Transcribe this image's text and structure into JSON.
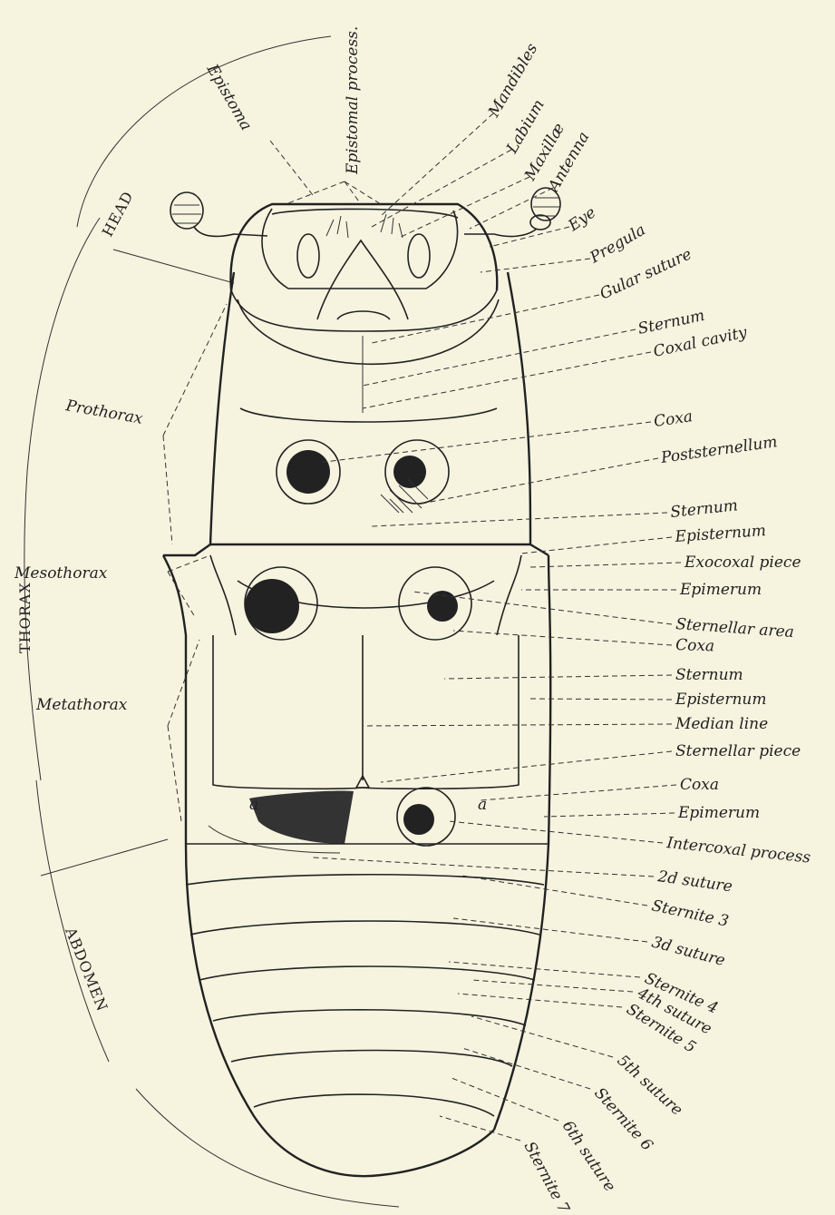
{
  "regions": {
    "head": "HEAD",
    "thorax": "THORAX",
    "abdomen": "ABDOMEN"
  },
  "left_labels": {
    "epistoma": "Epistoma",
    "epistomal_process": "Epistomal process.",
    "prothorax": "Prothorax",
    "mesothorax": "Mesothorax",
    "metathorax": "Metathorax"
  },
  "inner_labels": {
    "a_left": "a",
    "a_right": "a"
  },
  "right_labels": [
    "Mandibles",
    "Labium",
    "Maxillæ",
    "Antenna",
    "Eye",
    "Pregula",
    "Gular suture",
    "Sternum",
    "Coxal cavity",
    "Coxa",
    "Poststernellum",
    "Sternum",
    "Episternum",
    "Exocoxal piece",
    "Epimerum",
    "Sternellar area",
    "Coxa",
    "Sternum",
    "Episternum",
    "Median line",
    "Sternellar piece",
    "Coxa",
    "Epimerum",
    "Intercoxal process",
    "2d suture",
    "Sternite 3",
    "3d suture",
    "Sternite 4",
    "4th suture",
    "Sternite 5",
    "5th suture",
    "Sternite 6",
    "6th suture",
    "Sternite 7"
  ]
}
